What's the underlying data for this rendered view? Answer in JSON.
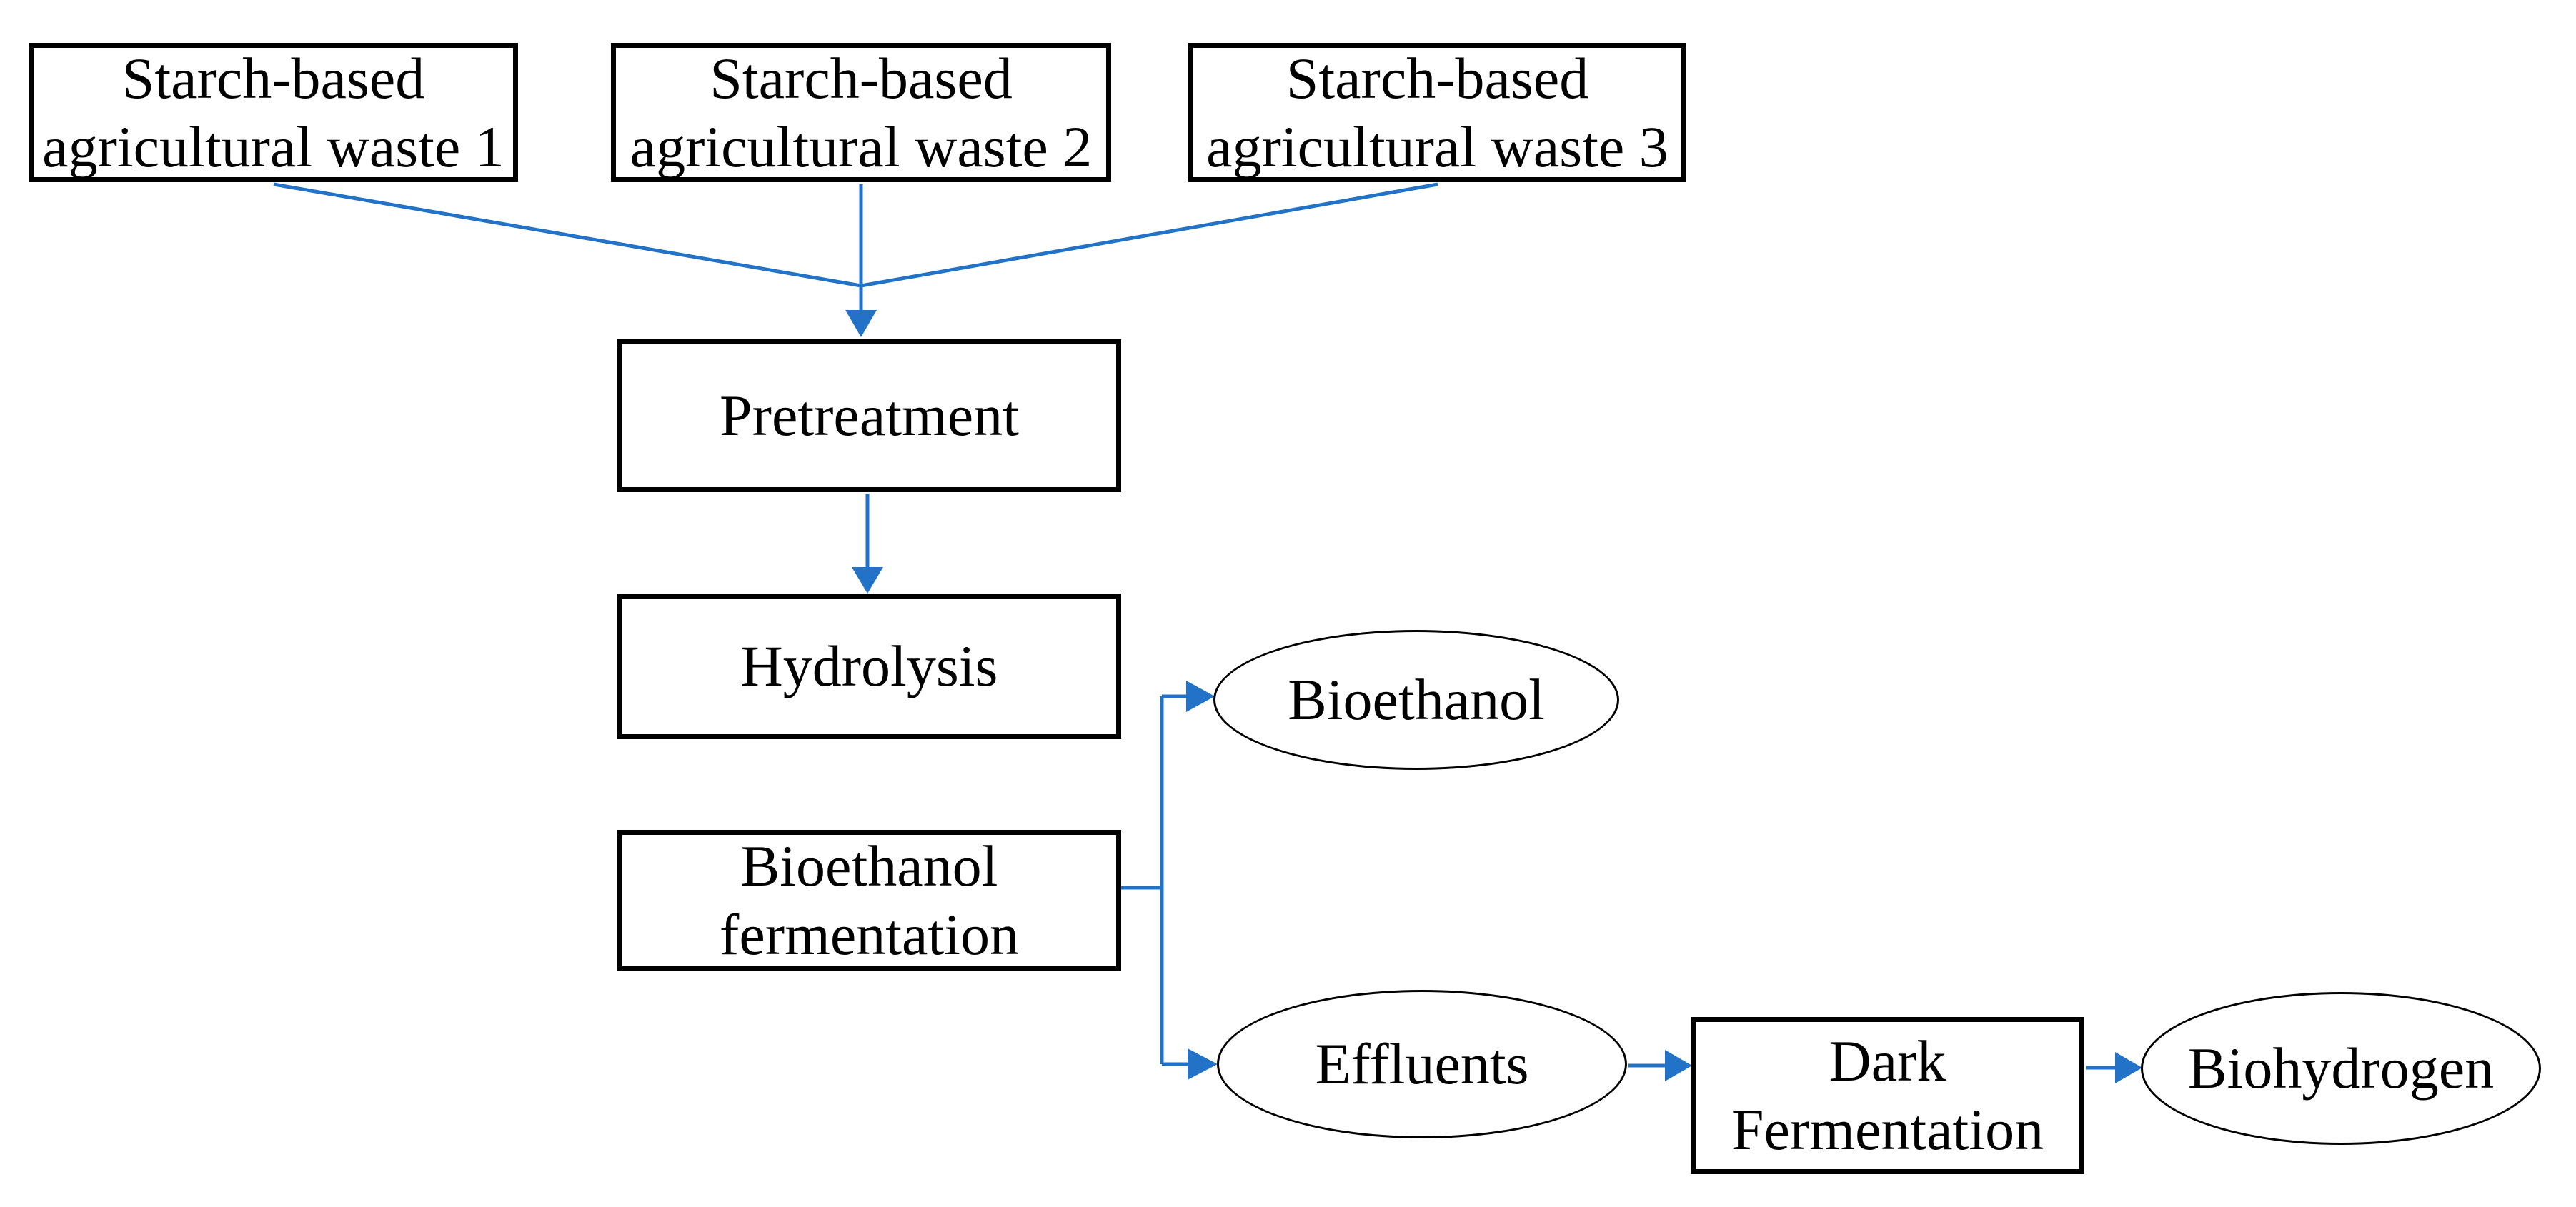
{
  "diagram": {
    "type": "flowchart",
    "colors": {
      "arrow": "#2273C8",
      "shape_border": "#000000",
      "shape_fill": "#FFFFFF",
      "text": "#000000",
      "background": "#FFFFFF"
    },
    "nodes": {
      "waste1": {
        "shape": "rectangle",
        "lines": [
          "Starch-based",
          "agricultural waste 1"
        ]
      },
      "waste2": {
        "shape": "rectangle",
        "lines": [
          "Starch-based",
          "agricultural waste 2"
        ]
      },
      "waste3": {
        "shape": "rectangle",
        "lines": [
          "Starch-based",
          "agricultural waste 3"
        ]
      },
      "pretreatment": {
        "shape": "rectangle",
        "label": "Pretreatment"
      },
      "hydrolysis": {
        "shape": "rectangle",
        "label": "Hydrolysis"
      },
      "bioethanol_fermentation": {
        "shape": "rectangle",
        "lines": [
          "Bioethanol",
          "fermentation"
        ]
      },
      "bioethanol": {
        "shape": "ellipse",
        "label": "Bioethanol"
      },
      "effluents": {
        "shape": "ellipse",
        "label": "Effluents"
      },
      "dark_fermentation": {
        "shape": "rectangle",
        "lines": [
          "Dark",
          "Fermentation"
        ]
      },
      "biohydrogen": {
        "shape": "ellipse",
        "label": "Biohydrogen"
      }
    },
    "edges": [
      {
        "from": "waste1",
        "to": "pretreatment",
        "style": "arrow"
      },
      {
        "from": "waste2",
        "to": "pretreatment",
        "style": "arrow"
      },
      {
        "from": "waste3",
        "to": "pretreatment",
        "style": "arrow"
      },
      {
        "from": "pretreatment",
        "to": "hydrolysis",
        "style": "arrow"
      },
      {
        "from": "bioethanol_fermentation",
        "to": "bioethanol",
        "style": "arrow"
      },
      {
        "from": "bioethanol_fermentation",
        "to": "effluents",
        "style": "arrow"
      },
      {
        "from": "effluents",
        "to": "dark_fermentation",
        "style": "arrow"
      },
      {
        "from": "dark_fermentation",
        "to": "biohydrogen",
        "style": "arrow"
      }
    ]
  }
}
